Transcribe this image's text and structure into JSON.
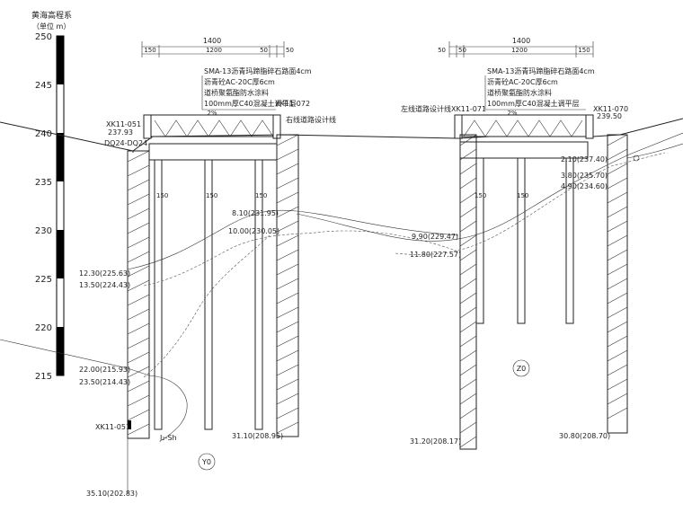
{
  "scale": {
    "title_line1": "黄海高程系",
    "title_line2": "（单位 m）",
    "ticks": [
      "250",
      "245",
      "240",
      "235",
      "230",
      "225",
      "220",
      "215"
    ]
  },
  "left_bridge": {
    "dims_total": "1400",
    "dims_parts": [
      "150",
      "1200",
      "50",
      "50"
    ],
    "pavement_notes": [
      "SMA-13沥青玛蹄脂碎石路面4cm",
      "沥青砼AC-20C厚6cm",
      "道桥聚氨酯防水涂料",
      "100mm厚C40混凝土调平层"
    ],
    "deck_label": "2%",
    "pier_labels": [
      "150",
      "150",
      "150"
    ],
    "point_left": "XK11-051",
    "point_left_elev": "237.93",
    "point_dq": "DQ24-DQ24",
    "point_right": "XK11-072",
    "road_line": "右线道路设计线",
    "layer_texts": [
      "8.10(231.95)",
      "10.00(230.05)",
      "12.30(225.63)",
      "13.50(224.43)",
      "22.00(215.93)",
      "23.50(214.43)"
    ],
    "borehole_label": "XK11-051",
    "bottom_depth": "35.10(202.83)",
    "pile_bottom": "31.10(208.95)",
    "soil_note": "J₂-Sh",
    "marker": "Y0"
  },
  "right_bridge": {
    "dims_total": "1400",
    "dims_parts": [
      "50",
      "50",
      "1200",
      "150"
    ],
    "pavement_notes": [
      "SMA-13沥青玛蹄脂碎石路面4cm",
      "沥青砼AC-20C厚6cm",
      "道桥聚氨酯防水涂料",
      "100mm厚C40混凝土调平层"
    ],
    "deck_label": "2%",
    "pier_labels": [
      "150",
      "150"
    ],
    "road_line": "左线道路设计线",
    "point_left": "XK11-071",
    "point_right": "XK11-070",
    "point_right_elev": "239.50",
    "layer_texts": [
      "2.10(237.40)",
      "3.80(235.70)",
      "4.90(234.60)",
      "9.90(229.47)",
      "11.80(227.57)"
    ],
    "pile_bottom_left": "31.20(208.17)",
    "pile_bottom_right": "30.80(208.70)",
    "marker": "Z0"
  },
  "colors": {
    "ink": "#222222",
    "bar": "#000000"
  }
}
